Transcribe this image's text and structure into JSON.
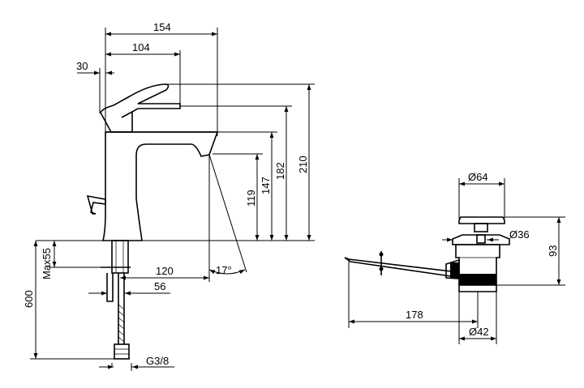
{
  "faucet_dimensions": {
    "overall_width": "154",
    "lever_reach": "104",
    "lever_offset": "30",
    "total_height": "210",
    "lever_height": "182",
    "spout_top_height": "147",
    "spout_outlet_height": "119",
    "max_deck_thickness": "Max55",
    "spout_projection": "120",
    "shank_spacing": "56",
    "hose_length": "600",
    "connection_thread": "G3/8",
    "spout_angle": "17°"
  },
  "waste_dimensions": {
    "cap_diameter": "Ø64",
    "flange_diameter": "Ø36",
    "height": "93",
    "rod_length": "178",
    "body_diameter": "Ø42"
  }
}
